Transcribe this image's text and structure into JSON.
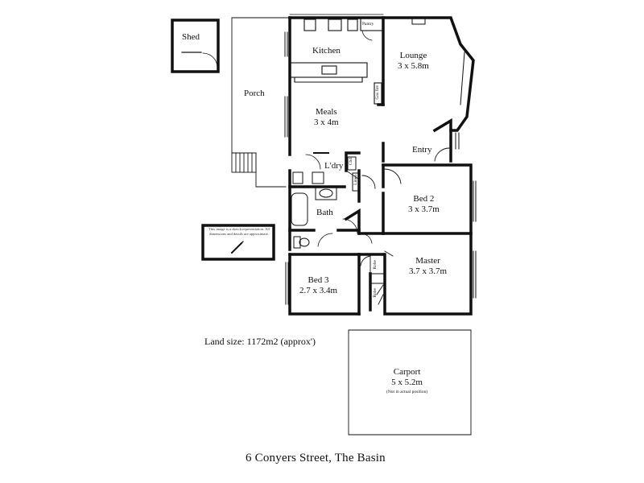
{
  "plan": {
    "rooms": {
      "shed": {
        "name": "Shed"
      },
      "kitchen": {
        "name": "Kitchen"
      },
      "pantry": {
        "name": "Pantry"
      },
      "lounge": {
        "name": "Lounge",
        "size": "3 x 5.8m"
      },
      "porch": {
        "name": "Porch"
      },
      "meals": {
        "name": "Meals",
        "size": "3 x 4m"
      },
      "entry": {
        "name": "Entry"
      },
      "laundry": {
        "name": "L'dry"
      },
      "bed2": {
        "name": "Bed 2",
        "size": "3 x 3.7m"
      },
      "bath": {
        "name": "Bath"
      },
      "master": {
        "name": "Master",
        "size": "3.7 x 3.7m"
      },
      "bed3": {
        "name": "Bed 3",
        "size": "2.7 x 3.4m"
      },
      "carport": {
        "name": "Carport",
        "size": "5 x 5.2m",
        "note": "(Not in actual position)"
      }
    },
    "fixtures": {
      "gas_fire": "Gas fire",
      "linen": "Linen",
      "cupboard": "Cbd",
      "robe_master": "Robe",
      "robe_bed3": "Robe"
    },
    "disclaimer": "This image is a sketch representation. All dimensions and details are approximate.",
    "land_size": "Land size: 1172m2 (approx')",
    "address": "6 Conyers Street, The Basin"
  }
}
